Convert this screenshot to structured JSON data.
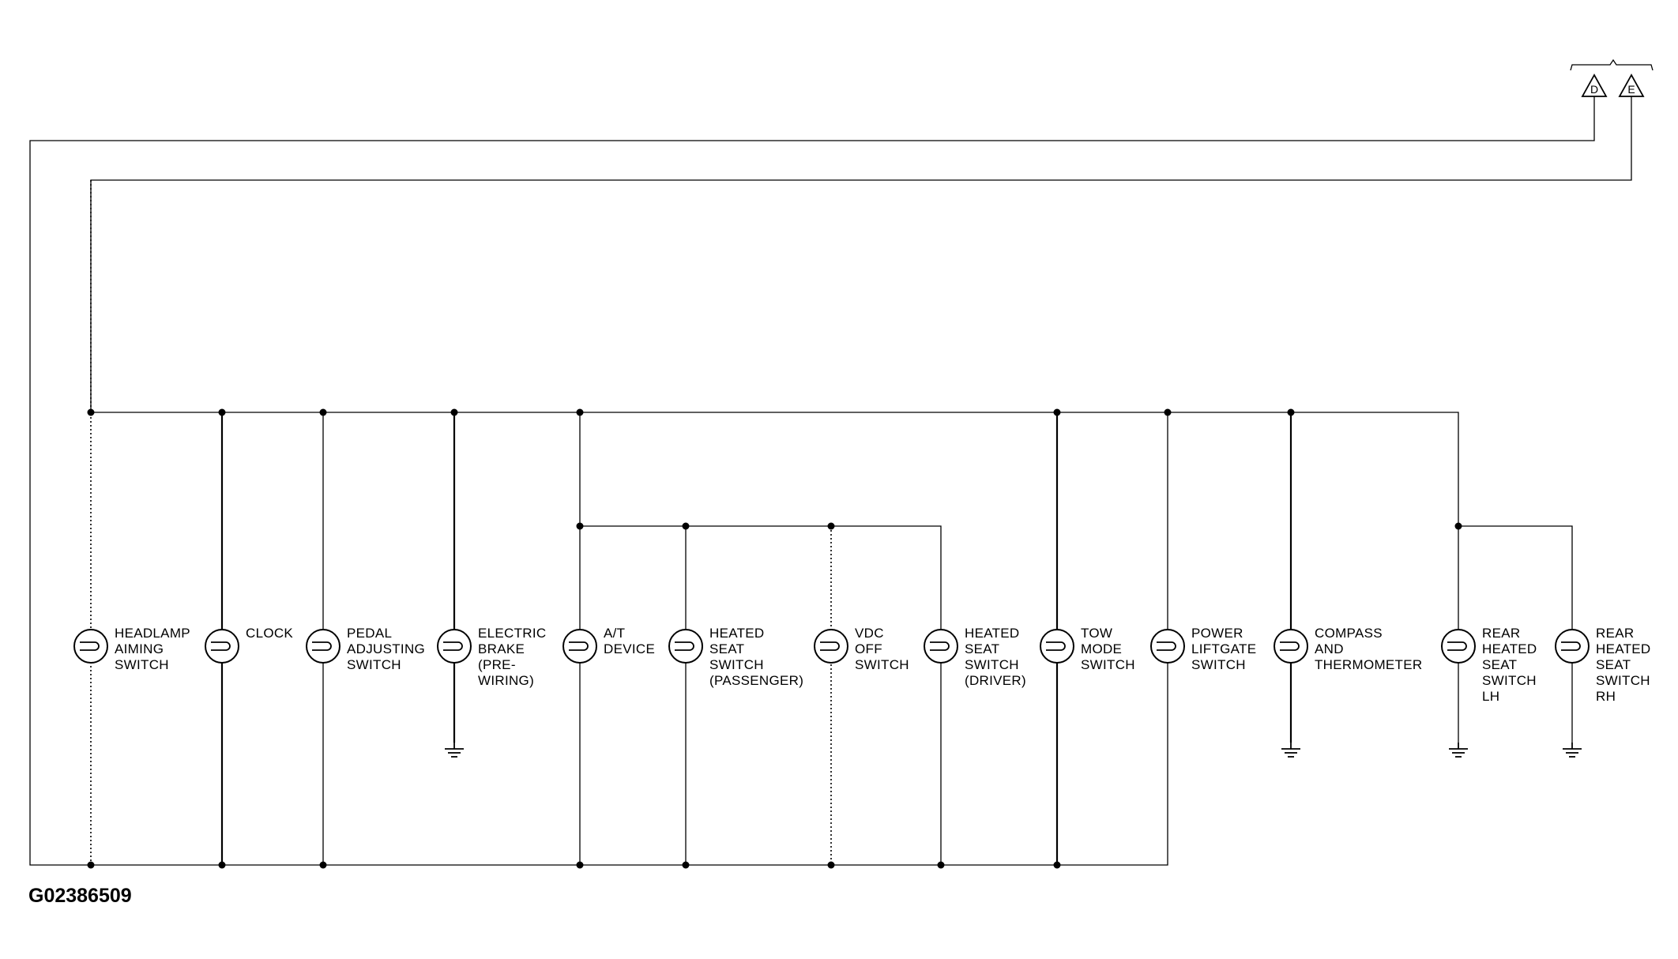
{
  "connectors": [
    {
      "id": "conn-d",
      "label": "D"
    },
    {
      "id": "conn-e",
      "label": "E"
    }
  ],
  "components": [
    {
      "id": "headlamp-aiming-switch",
      "lines": [
        "HEADLAMP",
        "AIMING",
        "SWITCH"
      ]
    },
    {
      "id": "clock",
      "lines": [
        "CLOCK"
      ]
    },
    {
      "id": "pedal-adjusting-switch",
      "lines": [
        "PEDAL",
        "ADJUSTING",
        "SWITCH"
      ]
    },
    {
      "id": "electric-brake",
      "lines": [
        "ELECTRIC",
        "BRAKE",
        "(PRE-",
        "WIRING)"
      ]
    },
    {
      "id": "at-device",
      "lines": [
        "A/T",
        "DEVICE"
      ]
    },
    {
      "id": "heated-seat-switch-passenger",
      "lines": [
        "HEATED",
        "SEAT",
        "SWITCH",
        "(PASSENGER)"
      ]
    },
    {
      "id": "vdc-off-switch",
      "lines": [
        "VDC",
        "OFF",
        "SWITCH"
      ]
    },
    {
      "id": "heated-seat-switch-driver",
      "lines": [
        "HEATED",
        "SEAT",
        "SWITCH",
        "(DRIVER)"
      ]
    },
    {
      "id": "tow-mode-switch",
      "lines": [
        "TOW",
        "MODE",
        "SWITCH"
      ]
    },
    {
      "id": "power-liftgate-switch",
      "lines": [
        "POWER",
        "LIFTGATE",
        "SWITCH"
      ]
    },
    {
      "id": "compass-and-thermometer",
      "lines": [
        "COMPASS",
        "AND",
        "THERMOMETER"
      ]
    },
    {
      "id": "rear-heated-seat-switch-lh",
      "lines": [
        "REAR",
        "HEATED",
        "SEAT",
        "SWITCH",
        "LH"
      ]
    },
    {
      "id": "rear-heated-seat-switch-rh",
      "lines": [
        "REAR",
        "HEATED",
        "SEAT",
        "SWITCH",
        "RH"
      ]
    }
  ],
  "diagram_code": "G02386509"
}
